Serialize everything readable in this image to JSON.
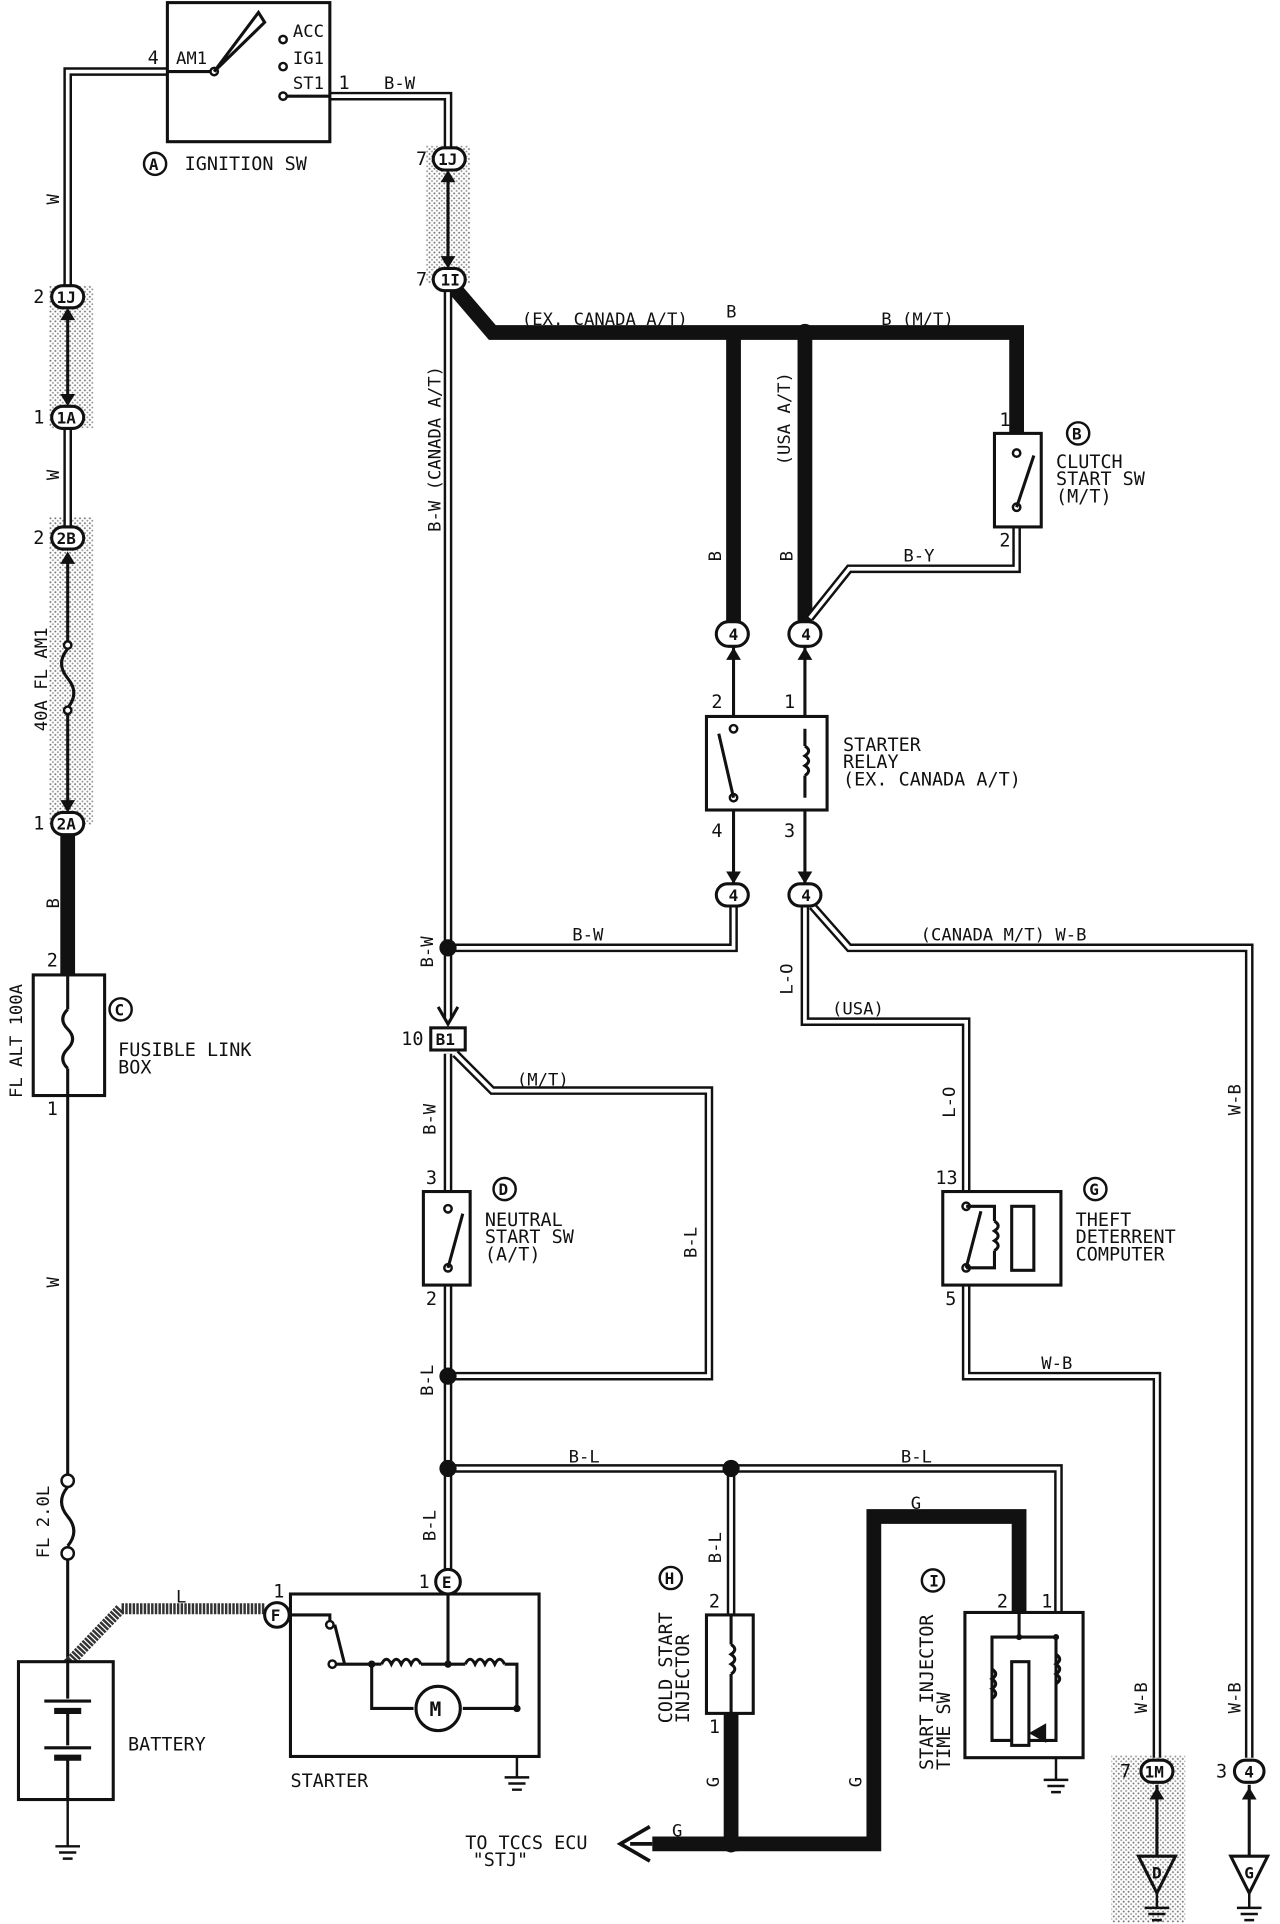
{
  "components": {
    "ignition_sw": {
      "letter": "A",
      "label": "IGNITION SW",
      "pins": {
        "acc": "ACC",
        "ig1": "IG1",
        "st1": "ST1",
        "am1": "AM1"
      }
    },
    "clutch_sw": {
      "letter": "B",
      "l1": "CLUTCH",
      "l2": "START SW",
      "l3": "(M/T)"
    },
    "fusible_link": {
      "letter": "C",
      "l1": "FUSIBLE LINK",
      "l2": "BOX"
    },
    "neutral_sw": {
      "letter": "D",
      "l1": "NEUTRAL",
      "l2": "START SW",
      "l3": "(A/T)"
    },
    "starter_relay": {
      "l1": "STARTER",
      "l2": "RELAY",
      "l3": "(EX. CANADA A/T)"
    },
    "theft": {
      "letter": "G",
      "l1": "THEFT",
      "l2": "DETERRENT",
      "l3": "COMPUTER"
    },
    "cold_start": {
      "letter": "H",
      "l1": "COLD START",
      "l2": "INJECTOR"
    },
    "time_sw": {
      "letter": "I",
      "l1": "START INJECTOR",
      "l2": "TIME SW"
    },
    "battery": {
      "label": "BATTERY"
    },
    "starter": {
      "label": "STARTER",
      "conn_e": "E",
      "conn_f": "F"
    }
  },
  "connectors": {
    "c1j_top": "1J",
    "c1i": "1I",
    "c1j_left": "1J",
    "c1a": "1A",
    "c2b": "2B",
    "c2a": "2A",
    "c4a": "4",
    "c4b": "4",
    "c4c": "4",
    "c4d": "4",
    "cb1": "B1",
    "c1m": "1M",
    "c4g": "4",
    "gnd_d": "D",
    "gnd_g": "G"
  },
  "fuses": {
    "am1": "40A FL AM1",
    "alt": "FL ALT 100A",
    "fl20": "FL 2.0L"
  },
  "wires": {
    "w_top": "W",
    "w_mid": "W",
    "w_bot": "W",
    "b_left": "B",
    "l_bat": "L",
    "bw_top": "B-W",
    "bw_canada": "B-W  (CANADA A/T)",
    "ex_canada": "(EX. CANADA A/T)",
    "b_top": "B",
    "b_mt": "B (M/T)",
    "usa_at": "(USA A/T)",
    "b_v1": "B",
    "b_v2": "B",
    "by": "B-Y",
    "bw_relay": "B-W",
    "bw_node": "B-W",
    "canada_mt": "(CANADA M/T) W-B",
    "lo1": "L-O",
    "usa": "(USA)",
    "lo2": "L-O",
    "wb_right": "W-B",
    "bw_b1": "B-W",
    "mt": "(M/T)",
    "bl_loop": "B-L",
    "bl_node": "B-L",
    "bl_h1": "B-L",
    "bl_h2": "B-L",
    "bl_v": "B-L",
    "bl_v2": "B-L",
    "g_top": "G",
    "wb_theft": "W-B",
    "wb_1m": "W-B",
    "wb_4g": "W-B",
    "g_v1": "G",
    "g_v2": "G",
    "g_h": "G"
  },
  "pins": {
    "p_am1": "4",
    "p_st1": "1",
    "p_1j_top": "7",
    "p_1i": "7",
    "p_1j_left": "2",
    "p_1a": "1",
    "p_2b": "2",
    "p_2a": "1",
    "p_c2": "2",
    "p_c1": "1",
    "p_b1": "1",
    "p_b2": "2",
    "p_r2": "2",
    "p_r1": "1",
    "p_r4": "4",
    "p_r3": "3",
    "p_b1conn": "10",
    "p_d3": "3",
    "p_d2": "2",
    "p_g13": "13",
    "p_g5": "5",
    "p_h2": "2",
    "p_h1": "1",
    "p_i2": "2",
    "p_i1": "1",
    "p_e1": "1",
    "p_f1": "1",
    "p_1m": "7",
    "p_4g": "3"
  },
  "ecu": {
    "l1": "TO TCCS ECU",
    "l2": "\"STJ\""
  }
}
